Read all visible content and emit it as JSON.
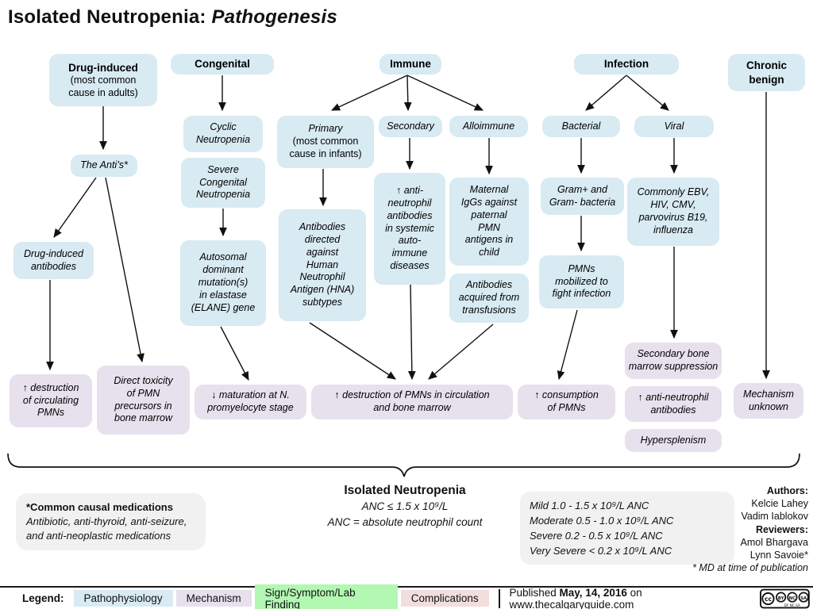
{
  "title": {
    "prefix": "Isolated Neutropenia: ",
    "emphasis": "Pathogenesis"
  },
  "nodes": {
    "drug_induced": {
      "title": "Drug-induced",
      "subtitle": "(most common\ncause in adults)"
    },
    "congenital": {
      "label": "Congenital"
    },
    "immune": {
      "label": "Immune"
    },
    "infection": {
      "label": "Infection"
    },
    "chronic_benign": {
      "label": "Chronic\nbenign"
    },
    "the_antis": {
      "label": "The Anti’s*"
    },
    "cyclic": {
      "label": "Cyclic\nNeutropenia"
    },
    "severe_congenital": {
      "label": "Severe\nCongenital\nNeutropenia"
    },
    "primary": {
      "title": "Primary",
      "subtitle": "(most common\ncause in infants)"
    },
    "secondary": {
      "label": "Secondary"
    },
    "alloimmune": {
      "label": "Alloimmune"
    },
    "bacterial": {
      "label": "Bacterial"
    },
    "viral": {
      "label": "Viral"
    },
    "drug_induced_antibodies": {
      "label": "Drug-induced\nantibodies"
    },
    "autosomal": {
      "label": "Autosomal\ndominant\nmutation(s)\nin elastase\n(ELANE) gene"
    },
    "hna_antibodies": {
      "label": "Antibodies\ndirected\nagainst\nHuman\nNeutrophil\nAntigen (HNA)\nsubtypes"
    },
    "systemic_autoimmune": {
      "label": "↑ anti-\nneutrophil\nantibodies\nin systemic\nauto-\nimmune\ndiseases"
    },
    "maternal_iggs": {
      "label": "Maternal\nIgGs against\npaternal\nPMN\nantigens in\nchild"
    },
    "transfusion_antibodies": {
      "label": "Antibodies\nacquired from\ntransfusions"
    },
    "gram_bacteria": {
      "label": "Gram+ and\nGram- bacteria"
    },
    "pmns_mobilized": {
      "label": "PMNs\nmobilized to\nfight infection"
    },
    "viral_examples": {
      "label": "Commonly EBV,\nHIV, CMV,\nparvovirus B19,\ninfluenza"
    },
    "secondary_bm_suppression": {
      "label": "Secondary bone\nmarrow suppression"
    },
    "destruction_circulating": {
      "label": "↑ destruction\nof circulating\nPMNs"
    },
    "direct_toxicity": {
      "label": "Direct toxicity\nof PMN\nprecursors in\nbone marrow"
    },
    "maturation": {
      "label": "↓ maturation at N.\npromyelocyte stage"
    },
    "destruction_pmns": {
      "label": "↑ destruction of PMNs in circulation\nand bone marrow"
    },
    "consumption": {
      "label": "↑ consumption\nof PMNs"
    },
    "anti_neutrophil_antibodies": {
      "label": "↑ anti-neutrophil\nantibodies"
    },
    "mechanism_unknown": {
      "label": "Mechanism\nunknown"
    },
    "hypersplenism": {
      "label": "Hypersplenism"
    }
  },
  "footer": {
    "medications_note": {
      "title": "*Common causal medications",
      "body": "Antibiotic, anti-thyroid, anti-seizure, and anti-neoplastic medications"
    },
    "definition": {
      "title": "Isolated Neutropenia",
      "line1": "ANC ≤ 1.5 x 10⁹/L",
      "line2": "ANC = absolute neutrophil count"
    },
    "severity": {
      "lines": [
        "Mild 1.0 - 1.5 x 10⁹/L ANC",
        "Moderate 0.5 - 1.0 x 10⁹/L ANC",
        "Severe 0.2 - 0.5 x 10⁹/L ANC",
        "Very Severe < 0.2 x 10⁹/L ANC"
      ]
    },
    "credits": {
      "authors_label": "Authors:",
      "author1": "Kelcie Lahey",
      "author2": "Vadim Iablokov",
      "reviewers_label": "Reviewers:",
      "reviewer1": "Amol Bhargava",
      "reviewer2": "Lynn Savoie*",
      "note": "* MD at time of publication"
    }
  },
  "legend": {
    "label": "Legend:",
    "items": [
      {
        "label": "Pathophysiology",
        "color": "#d8eaf2"
      },
      {
        "label": "Mechanism",
        "color": "#e6e1ed"
      },
      {
        "label": "Sign/Symptom/Lab Finding",
        "color": "#b2f7b2"
      },
      {
        "label": "Complications",
        "color": "#f2dedd"
      }
    ],
    "published_prefix": "Published ",
    "published_date": "May, 14, 2016",
    "published_suffix": " on www.thecalgaryguide.com",
    "license": "CC BY NC SA"
  }
}
